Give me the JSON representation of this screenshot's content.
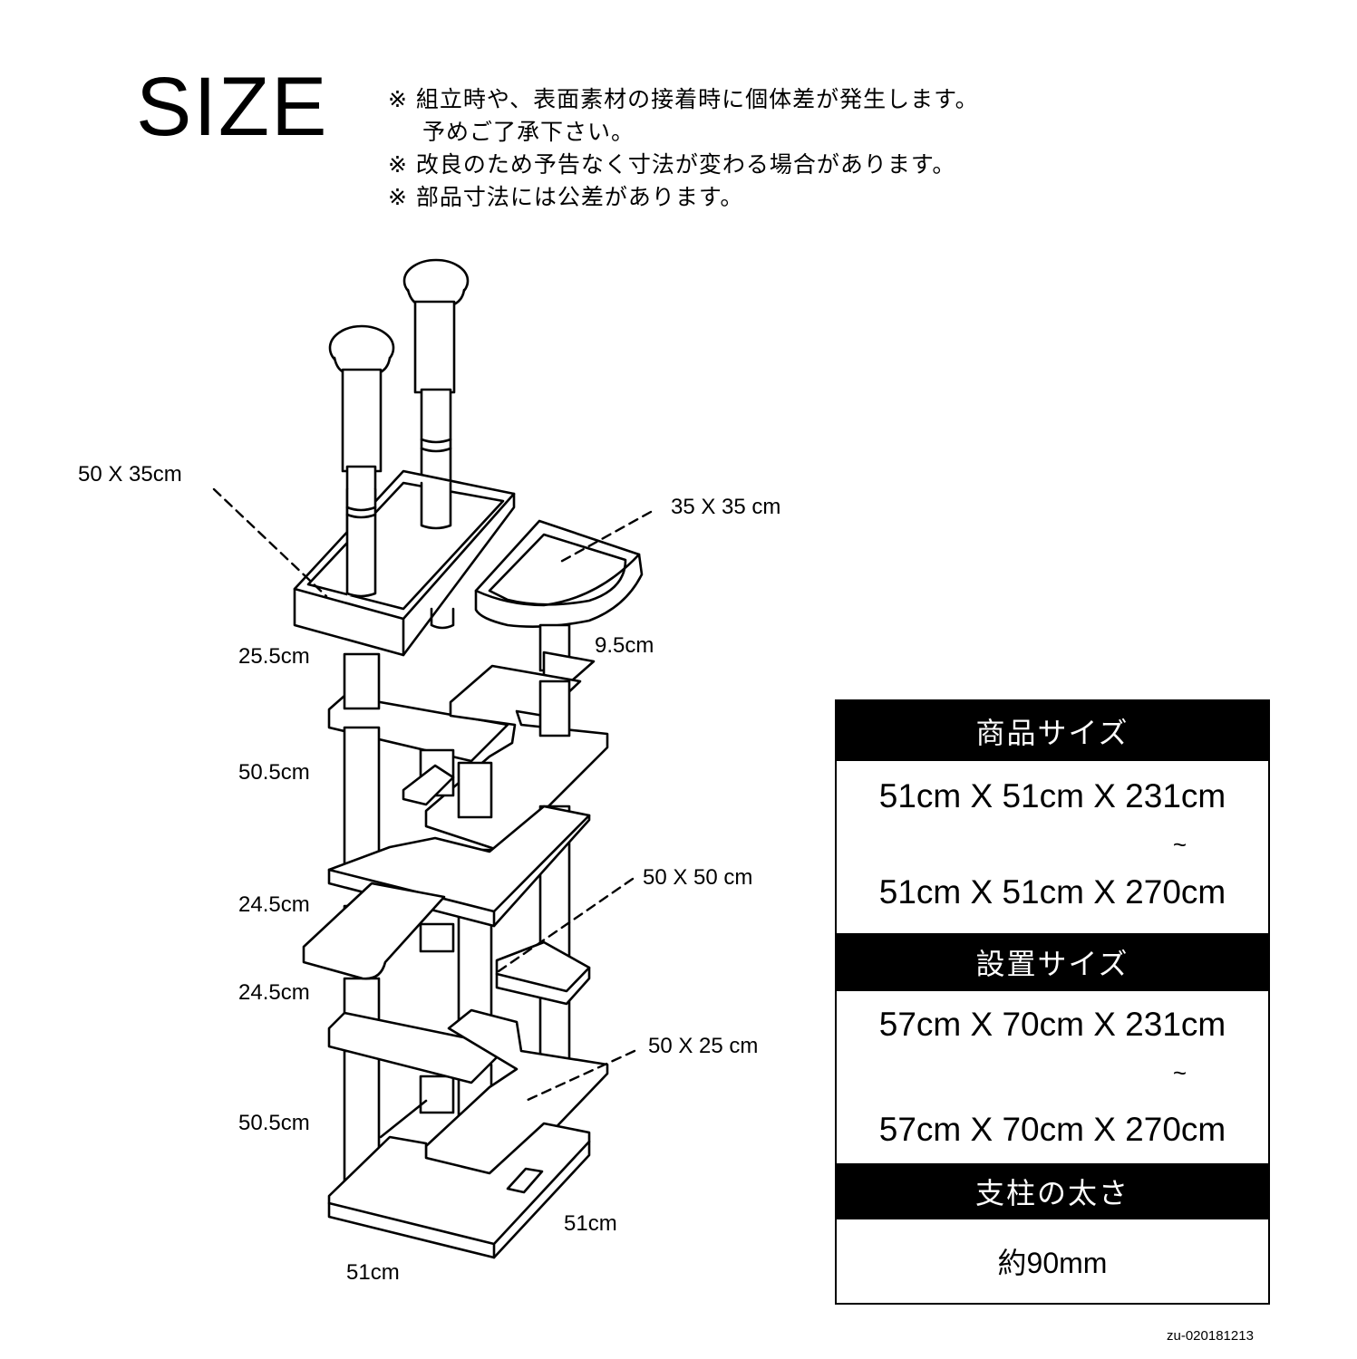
{
  "title": "SIZE",
  "notes": [
    "※ 組立時や、表面素材の接着時に個体差が発生します。",
    "予めご了承下さい。",
    "※ 改良のため予告なく寸法が変わる場合があります。",
    "※ 部品寸法には公差があります。"
  ],
  "labels": {
    "top_tray": "50 X 35cm",
    "bowl": "35 X 35 cm",
    "h1": "25.5cm",
    "h_bowl": "9.5cm",
    "h2": "50.5cm",
    "shelf_50": "50 X 50 cm",
    "h3": "24.5cm",
    "h4": "24.5cm",
    "shelf_25": "50 X 25 cm",
    "h5": "50.5cm",
    "base_depth": "51cm",
    "base_width": "51cm"
  },
  "spec": {
    "product_size_header": "商品サイズ",
    "product_size_min": "51cm X 51cm X 231cm",
    "product_size_tilde": "~",
    "product_size_max": "51cm X 51cm X 270cm",
    "install_size_header": "設置サイズ",
    "install_size_min": "57cm X 70cm X 231cm",
    "install_size_tilde": "~",
    "install_size_max": "57cm X 70cm X 270cm",
    "pole_header": "支柱の太さ",
    "pole_value": "約90mm"
  },
  "footer_code": "zu-020181213"
}
